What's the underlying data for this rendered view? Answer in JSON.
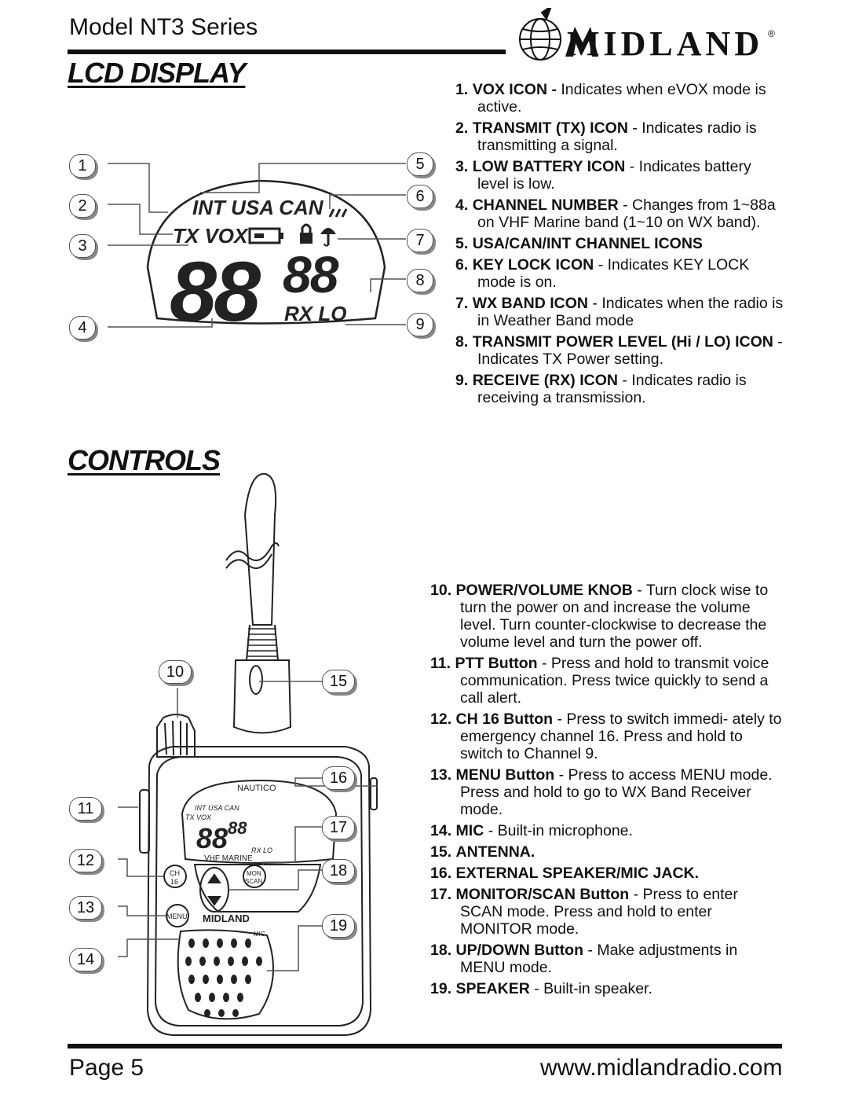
{
  "header": {
    "model": "Model NT3 Series",
    "brand": "MIDLAND",
    "registered": "®"
  },
  "lcd_section": {
    "title": "LCD DISPLAY",
    "display_labels": {
      "top": "INT USA CAN",
      "mid": "TX VOX",
      "bottom": "RX LO",
      "digits_large": "88",
      "digits_small": "88"
    },
    "callouts": [
      "1",
      "2",
      "3",
      "4",
      "5",
      "6",
      "7",
      "8",
      "9"
    ],
    "items": [
      {
        "num": "1.",
        "name": "VOX ICON -",
        "desc": "Indicates when eVOX mode is active."
      },
      {
        "num": "2.",
        "name": "TRANSMIT (TX) ICON",
        "desc": "- Indicates radio is transmitting a signal."
      },
      {
        "num": "3.",
        "name": "LOW BATTERY ICON",
        "desc": "- Indicates battery level is low."
      },
      {
        "num": "4.",
        "name": "CHANNEL NUMBER",
        "desc": "- Changes from 1~88a on VHF Marine band (1~10 on WX band)."
      },
      {
        "num": "5.",
        "name": "USA/CAN/INT CHANNEL ICONS",
        "desc": ""
      },
      {
        "num": "6.",
        "name": "KEY LOCK ICON",
        "desc": "- Indicates KEY LOCK mode is on."
      },
      {
        "num": "7.",
        "name": "WX BAND ICON",
        "desc": "- Indicates when the radio is in Weather Band mode"
      },
      {
        "num": "8.",
        "name": "TRANSMIT POWER LEVEL (Hi / LO) ICON",
        "desc": "- Indicates TX Power setting."
      },
      {
        "num": "9.",
        "name": "RECEIVE (RX) ICON",
        "desc": "- Indicates radio is receiving a transmission."
      }
    ]
  },
  "controls_section": {
    "title": "CONTROLS",
    "radio_labels": {
      "brand": "NAUTICO",
      "band": "VHF MARINE",
      "ch": "CH",
      "ch16": "16",
      "mon": "MON",
      "scan": "SCAN",
      "menu": "MENU",
      "mic": "MIC",
      "logo": "MIDLAND"
    },
    "callouts": [
      "10",
      "11",
      "12",
      "13",
      "14",
      "15",
      "16",
      "17",
      "18",
      "19"
    ],
    "items": [
      {
        "num": "10.",
        "name": "POWER/VOLUME KNOB",
        "desc": "- Turn clock wise to turn the power on and increase the volume level. Turn counter-clockwise to decrease the volume level and turn the power off."
      },
      {
        "num": "11.",
        "name": "PTT Button",
        "desc": "- Press and hold to transmit voice communication. Press twice quickly to send a call alert."
      },
      {
        "num": "12.",
        "name": "CH 16 Button",
        "desc": "- Press to switch immedi- ately to emergency channel 16. Press and hold to switch to Channel 9."
      },
      {
        "num": "13.",
        "name": "MENU Button",
        "desc": "- Press to access MENU mode. Press and hold to go to WX Band Receiver mode."
      },
      {
        "num": "14.",
        "name": "MIC",
        "desc": "- Built-in microphone."
      },
      {
        "num": "15.",
        "name": "ANTENNA.",
        "desc": ""
      },
      {
        "num": "16.",
        "name": "EXTERNAL SPEAKER/MIC JACK.",
        "desc": ""
      },
      {
        "num": "17.",
        "name": "MONITOR/SCAN Button",
        "desc": "- Press to enter SCAN mode. Press and hold to enter MONITOR mode."
      },
      {
        "num": "18.",
        "name": "UP/DOWN Button",
        "desc": "- Make adjustments in MENU mode."
      },
      {
        "num": "19.",
        "name": "SPEAKER",
        "desc": "- Built-in speaker."
      }
    ]
  },
  "footer": {
    "page": "Page 5",
    "url": "www.midlandradio.com"
  }
}
